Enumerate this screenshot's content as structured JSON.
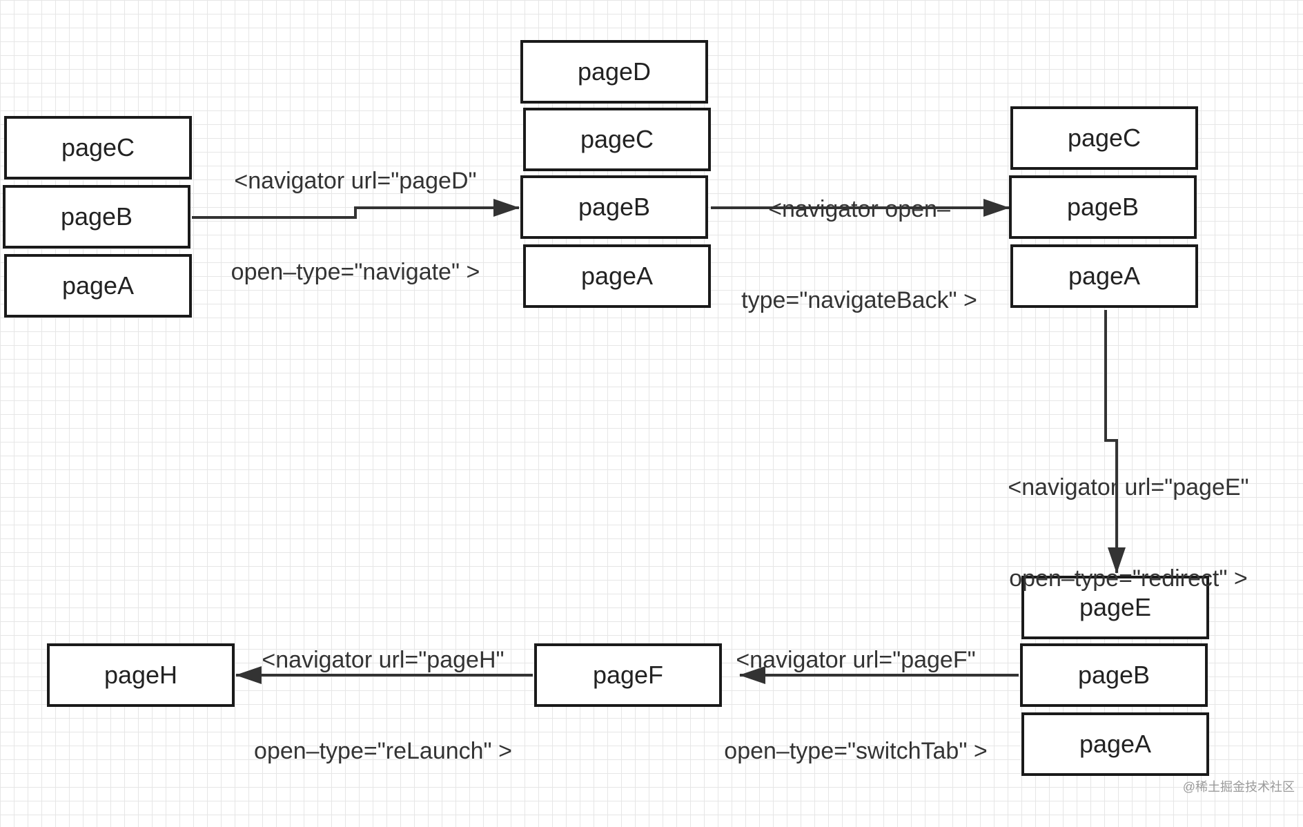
{
  "stacks": {
    "start": {
      "items": [
        "pageC",
        "pageB",
        "pageA"
      ]
    },
    "after_navigate": {
      "items": [
        "pageD",
        "pageC",
        "pageB",
        "pageA"
      ]
    },
    "after_navigate_back": {
      "items": [
        "pageC",
        "pageB",
        "pageA"
      ]
    },
    "after_redirect": {
      "items": [
        "pageE",
        "pageB",
        "pageA"
      ]
    },
    "after_switch_tab": {
      "items": [
        "pageF"
      ]
    },
    "after_relaunch": {
      "items": [
        "pageH"
      ]
    }
  },
  "transitions": {
    "navigate": {
      "line1": "<navigator url=\"pageD\"",
      "line2": "open–type=\"navigate\" >"
    },
    "navigate_back": {
      "line1": "<navigator open–",
      "line2": "type=\"navigateBack\" >"
    },
    "redirect": {
      "line1": "<navigator url=\"pageE\"",
      "line2": "open–type=\"redirect\" >"
    },
    "switch_tab": {
      "line1": "<navigator url=\"pageF\"",
      "line2": "open–type=\"switchTab\" >"
    },
    "relaunch": {
      "line1": "<navigator url=\"pageH\"",
      "line2": "open–type=\"reLaunch\" >"
    }
  },
  "watermark": "@稀土掘金技术社区",
  "colors": {
    "line": "#333333",
    "box_border": "#1a1a1a",
    "grid": "#e6e6e6"
  }
}
